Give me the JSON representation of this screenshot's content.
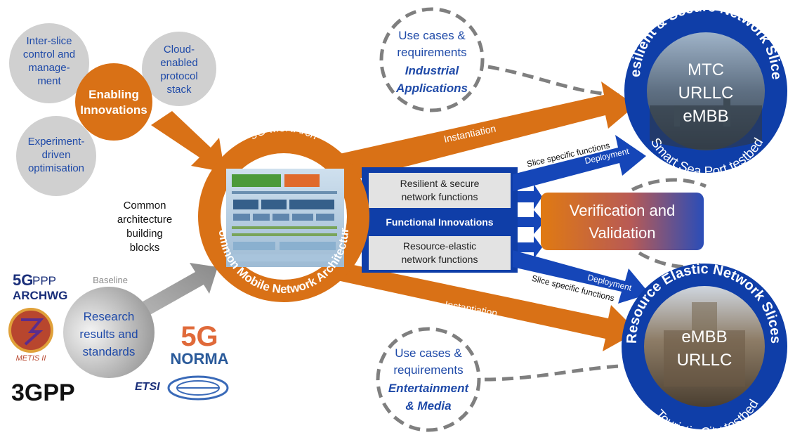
{
  "colors": {
    "orange": "#d97116",
    "blue": "#0f3ea8",
    "blue_dark": "#0a2f88",
    "gray_bubble": "#d0d0d0",
    "text_blue": "#1f4aa8",
    "dashed_gray": "#7f7f7f"
  },
  "enabling": {
    "center": [
      "Enabling",
      "Innovations"
    ],
    "bubble_interslice": [
      "Inter-slice",
      "control and",
      "manage-",
      "ment"
    ],
    "bubble_cloud": [
      "Cloud-",
      "enabled",
      "protocol",
      "stack"
    ],
    "bubble_experiment": [
      "Experiment-",
      "driven",
      "optimisation"
    ]
  },
  "architecture": {
    "top_label": "5G-MoNArch",
    "ring_label": "Common Mobile Network Architecture"
  },
  "common_blocks": [
    "Common",
    "architecture",
    "building",
    "blocks"
  ],
  "baseline": {
    "label": "Baseline",
    "bubble": [
      "Research",
      "results and",
      "standards"
    ]
  },
  "logos": {
    "ppp_mark": "5G",
    "ppp_text": "PPP",
    "archwg": "ARCHWG",
    "metis": "METIS II",
    "threegpp": "3GPP",
    "norma_mark": "5G",
    "norma_text": "NORMA",
    "etsi": "ETSI"
  },
  "functions": {
    "resilient": [
      "Resilient & secure",
      "network functions"
    ],
    "functional": "Functional Innovations",
    "elastic": [
      "Resource-elastic",
      "network functions"
    ]
  },
  "verification": [
    "Verification and",
    "Validation"
  ],
  "arrows": {
    "instantiation_top": "Instantiation",
    "instantiation_bottom": "Instantiation",
    "deployment_top": "Deployment",
    "deployment_bottom": "Deployment",
    "slice_specific_top": "Slice specific functions",
    "slice_specific_bottom": "Slice specific functions"
  },
  "use_cases_top": {
    "lines": [
      "Use cases &",
      "requirements"
    ],
    "emphasis": [
      "Industrial",
      "Applications"
    ]
  },
  "use_cases_bottom": {
    "lines": [
      "Use cases &",
      "requirements"
    ],
    "emphasis": [
      "Entertainment",
      "& Media"
    ]
  },
  "testbed_top": {
    "ring_title": "Resilient & Secure Network Slices",
    "ring_bottom": "Smart Sea Port testbed",
    "services": [
      "MTC",
      "URLLC",
      "eMBB"
    ]
  },
  "testbed_bottom": {
    "ring_title": "Resource Elastic Network Slices",
    "ring_bottom": "Touristic City testbed",
    "services": [
      "eMBB",
      "URLLC"
    ]
  }
}
